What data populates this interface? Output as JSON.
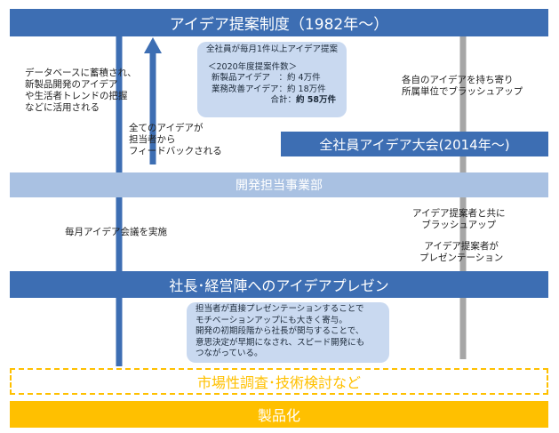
{
  "top_bar": "アイデア提案制度（1982年～）",
  "summary_box": {
    "line1": "全社員が毎月1件以上アイデア提案",
    "line2": "＜2020年度提案件数＞",
    "line3": "新製品アイデア　：約 4万件",
    "line4": "業務改善アイデア：約 18万件",
    "line5_prefix": "合計：",
    "line5_total": "約 58万件"
  },
  "left_note": [
    "データベースに蓄積され、",
    "新製品開発のアイデア",
    "や生活者トレンドの把握",
    "などに活用される"
  ],
  "feedback_note": [
    "全てのアイデアが",
    "担当者から",
    "フィードバックされる"
  ],
  "right_note": [
    "各自のアイデアを持ち寄り",
    "所属単位でブラッシュアップ"
  ],
  "competition_bar": "全社員アイデア大会(2014年～)",
  "dept_bar": "開発担当事業部",
  "monthly_note": "毎月アイデア会議を実施",
  "right_note2": [
    "アイデア提案者と共に",
    "ブラッシュアップ"
  ],
  "right_note3": [
    "アイデア提案者が",
    "プレゼンテーション"
  ],
  "pitch_bar": "社長･経営陣へのアイデアプレゼン",
  "pitch_box": [
    "担当者が直接プレゼンテーションすることで",
    "モチベーションアップにも大きく寄与。",
    "開発の初期段階から社長が関与することで、",
    "意思決定が早期になされ、スピード開発にも",
    "つながっている。"
  ],
  "research_bar": "市場性調査･技術検討など",
  "product_bar": "製品化",
  "colors": {
    "blue": "#3d6eb3",
    "light_blue": "#a9c1e2",
    "box_blue": "#c9d9f0",
    "gray": "#a6a6a6",
    "yellow": "#ffc000"
  }
}
